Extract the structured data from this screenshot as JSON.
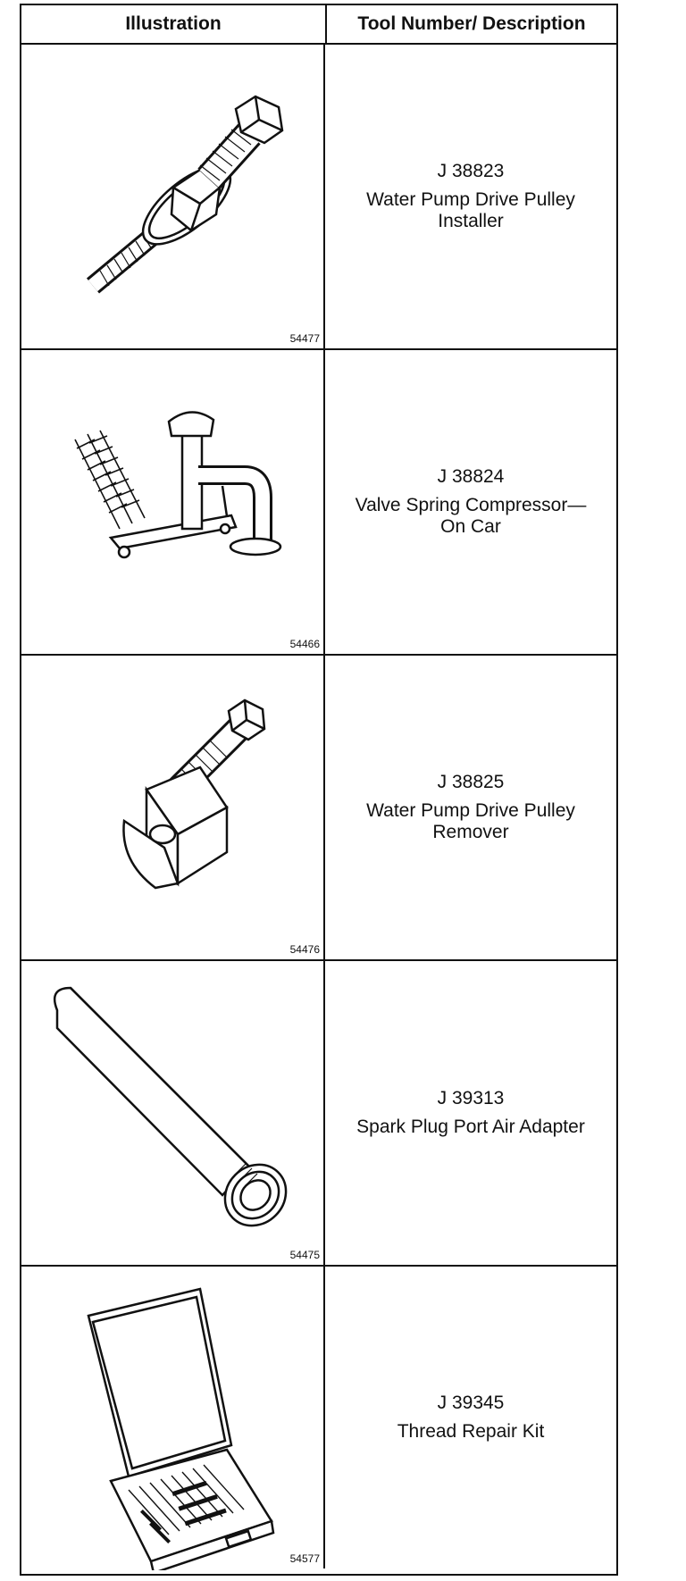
{
  "header": {
    "illustration": "Illustration",
    "description": "Tool Number/ Description"
  },
  "tools": [
    {
      "figure": "54477",
      "number": "J 38823",
      "description": "Water Pump Drive Pulley Installer"
    },
    {
      "figure": "54466",
      "number": "J 38824",
      "description": "Valve Spring Compressor— On Car"
    },
    {
      "figure": "54476",
      "number": "J 38825",
      "description": "Water Pump Drive Pulley Remover"
    },
    {
      "figure": "54475",
      "number": "J 39313",
      "description": "Spark Plug Port Air Adapter"
    },
    {
      "figure": "54577",
      "number": "J 39345",
      "description": "Thread Repair Kit"
    }
  ]
}
